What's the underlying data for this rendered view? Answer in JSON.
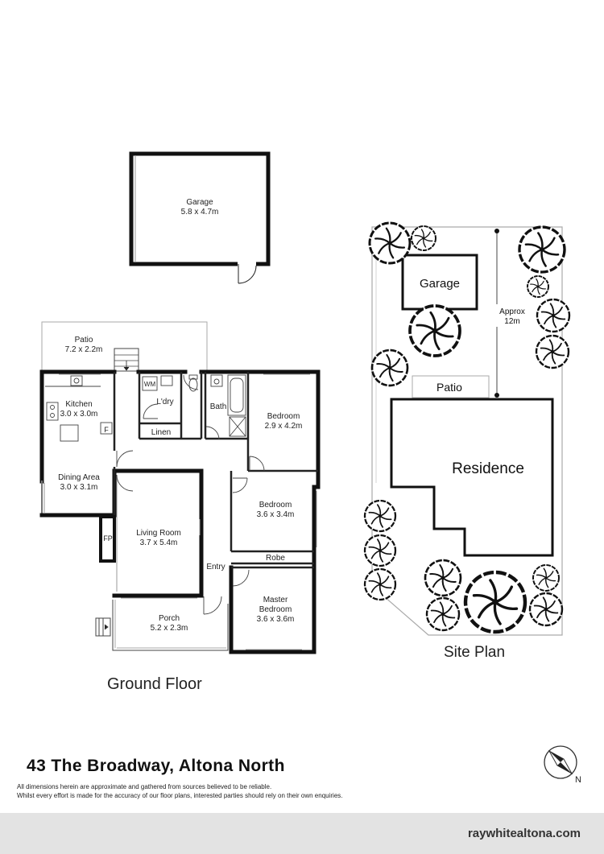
{
  "ground_floor": {
    "caption": "Ground Floor",
    "rooms": {
      "garage": {
        "name": "Garage",
        "size": "5.8 x 4.7m"
      },
      "patio": {
        "name": "Patio",
        "size": "7.2 x 2.2m"
      },
      "kitchen": {
        "name": "Kitchen",
        "size": "3.0 x 3.0m"
      },
      "dining": {
        "name": "Dining Area",
        "size": "3.0 x 3.1m"
      },
      "laundry": {
        "name": "L'dry"
      },
      "washing_machine": {
        "name": "WM"
      },
      "fridge": {
        "name": "F"
      },
      "linen": {
        "name": "Linen"
      },
      "bath": {
        "name": "Bath"
      },
      "bedroom1": {
        "name": "Bedroom",
        "size": "2.9 x 4.2m"
      },
      "bedroom2": {
        "name": "Bedroom",
        "size": "3.6 x 3.4m"
      },
      "robe": {
        "name": "Robe"
      },
      "master": {
        "name_line1": "Master",
        "name_line2": "Bedroom",
        "size": "3.6 x 3.6m"
      },
      "living": {
        "name": "Living Room",
        "size": "3.7 x 5.4m"
      },
      "fireplace": {
        "name": "FP"
      },
      "entry": {
        "name": "Entry"
      },
      "porch": {
        "name": "Porch",
        "size": "5.2 x 2.3m"
      }
    }
  },
  "site_plan": {
    "caption": "Site Plan",
    "garage": "Garage",
    "patio": "Patio",
    "residence": "Residence",
    "dimension_line1": "Approx",
    "dimension_line2": "12m"
  },
  "property": {
    "address": "43 The Broadway, Altona North",
    "disclaimer_line1": "All dimensions herein are approximate and gathered from sources believed to be reliable.",
    "disclaimer_line2": "Whilst every effort is made for the accuracy of our floor plans, interested parties should rely on their own enquiries."
  },
  "compass": {
    "north_label": "N"
  },
  "footer": {
    "website": "raywhitealtona.com"
  }
}
